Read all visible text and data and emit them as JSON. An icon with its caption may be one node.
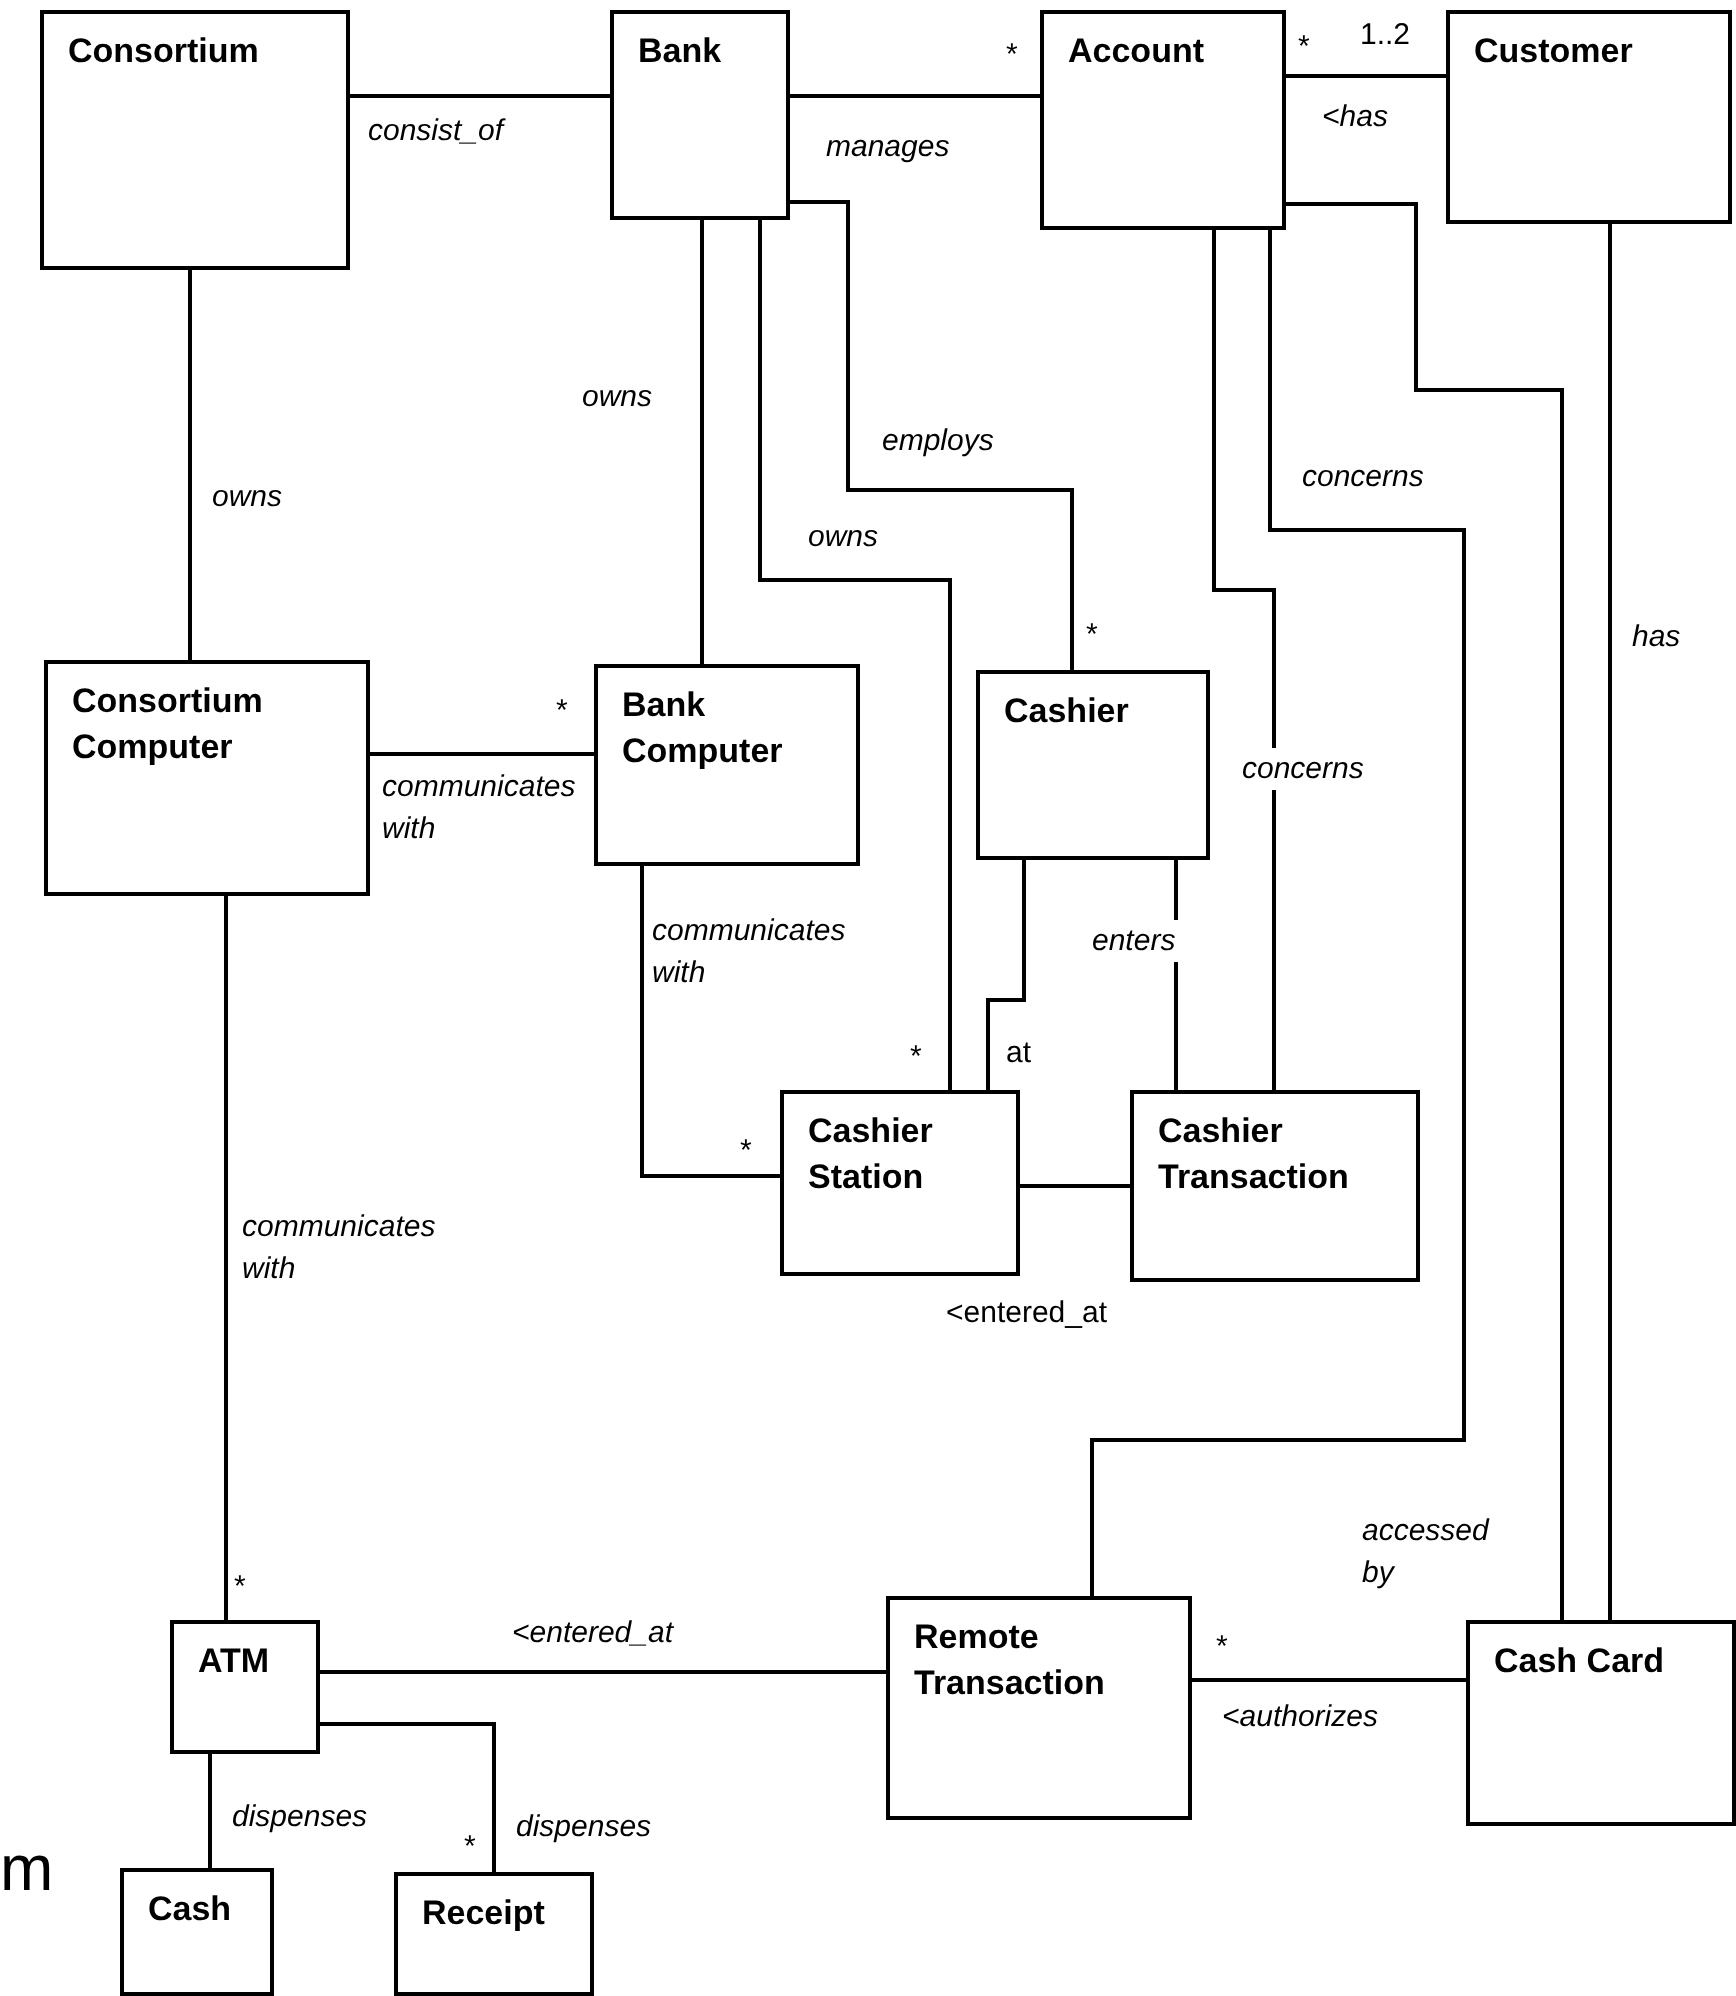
{
  "diagram": {
    "nodes": [
      {
        "text": [
          "Consortium"
        ]
      },
      {
        "text": [
          "Bank"
        ]
      },
      {
        "text": [
          "Account"
        ]
      },
      {
        "text": [
          "Customer"
        ]
      },
      {
        "text": [
          "Consortium Computer"
        ]
      },
      {
        "text": [
          "Bank Computer"
        ]
      },
      {
        "text": [
          "Cashier"
        ]
      },
      {
        "text": [
          "Cashier Station"
        ]
      },
      {
        "text": [
          "Cashier Transaction"
        ]
      },
      {
        "text": [
          "ATM"
        ]
      },
      {
        "text": [
          "Remote Transaction"
        ]
      },
      {
        "text": [
          "Cash Card"
        ]
      },
      {
        "text": [
          "Cash"
        ]
      },
      {
        "text": [
          "Receipt"
        ]
      }
    ],
    "edges": [
      {
        "from": 0,
        "to": 1,
        "arrow": "none",
        "label": "consist_of"
      },
      {
        "from": 1,
        "to": 2,
        "arrow": "none",
        "label": "manages"
      },
      {
        "from": 2,
        "to": 3,
        "arrow": "none",
        "label": "<has"
      },
      {
        "from": 0,
        "to": 4,
        "arrow": "none",
        "label": "owns"
      },
      {
        "from": 1,
        "to": 5,
        "arrow": "none",
        "label": "owns"
      },
      {
        "from": 1,
        "to": 7,
        "arrow": "none",
        "label": "owns"
      },
      {
        "from": 1,
        "to": 6,
        "arrow": "none",
        "label": "employs"
      },
      {
        "from": 4,
        "to": 5,
        "arrow": "none",
        "label": "communicates with"
      },
      {
        "from": 4,
        "to": 9,
        "arrow": "none",
        "label": "communicates with"
      },
      {
        "from": 5,
        "to": 7,
        "arrow": "none",
        "label": "communicates with"
      },
      {
        "from": 6,
        "to": 7,
        "arrow": "none",
        "label": "at"
      },
      {
        "from": 6,
        "to": 8,
        "arrow": "none",
        "label": "enters"
      },
      {
        "from": 7,
        "to": 8,
        "arrow": "none",
        "label": "<entered_at"
      },
      {
        "from": 2,
        "to": 8,
        "arrow": "none",
        "label": "concerns"
      },
      {
        "from": 2,
        "to": 10,
        "arrow": "none",
        "label": "concerns"
      },
      {
        "from": 2,
        "to": 11,
        "arrow": "none",
        "label": "accessed by"
      },
      {
        "from": 3,
        "to": 11,
        "arrow": "none",
        "label": "has"
      },
      {
        "from": 9,
        "to": 10,
        "arrow": "none",
        "label": "<entered_at"
      },
      {
        "from": 10,
        "to": 11,
        "arrow": "none",
        "label": "<authorizes"
      },
      {
        "from": 9,
        "to": 12,
        "arrow": "none",
        "label": "dispenses"
      },
      {
        "from": 9,
        "to": 13,
        "arrow": "none",
        "label": "dispenses"
      }
    ],
    "labels": [
      "*",
      "*",
      "1..2",
      "*",
      "*",
      "*",
      "*",
      "*",
      "*",
      "*",
      "m"
    ]
  }
}
